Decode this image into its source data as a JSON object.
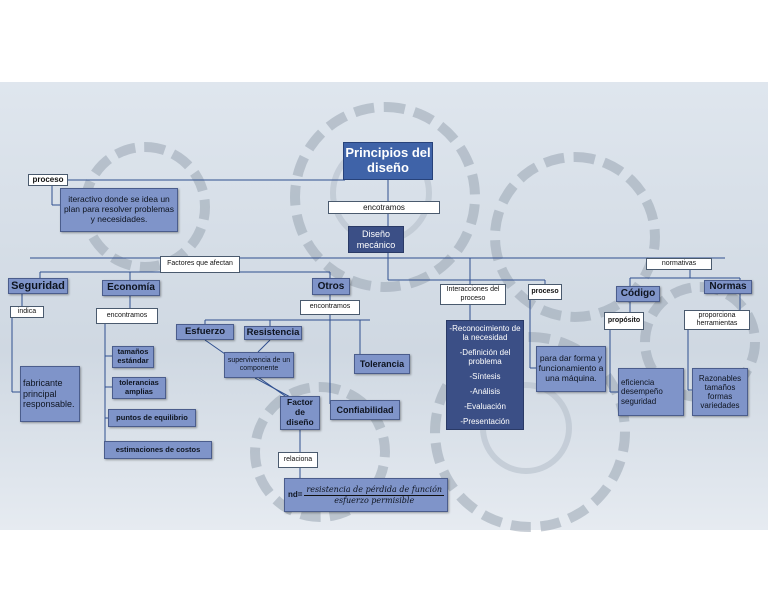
{
  "title": "Principios del diseño",
  "nodes": {
    "proceso_left": "proceso",
    "proceso_desc": "iteractivo  donde se idea un plan para resolver problemas y necesidades.",
    "encotramos_top": "encotramos",
    "diseno_mecanico": "Diseño mecánico",
    "factores": "Factores que afectan",
    "seguridad": "Seguridad",
    "indica": "indica",
    "seguridad_desc": "fabricante principal responsable.",
    "economia": "Economía",
    "encontramos_eco": "encontramos",
    "tamanos_estandar": "tamaños estándar",
    "tolerancias_amplias": "tolerancias amplias",
    "puntos_equilibrio": "puntos de equilibrio",
    "estimaciones_costos": "estimaciones de costos",
    "otros": "Otros",
    "encontramos_otros": "encontramos",
    "esfuerzo": "Esfuerzo",
    "resistencia": "Resistencia",
    "supervivencia": "supervivencia de un componente",
    "tolerancia": "Tolerancia",
    "confiabilidad": "Confiabilidad",
    "factor_diseno": "Factor de diseño",
    "relaciona": "relaciona",
    "formula_prefix": "nd=",
    "formula_num": "resistencia de pérdida de función",
    "formula_den": "esfuerzo permisible",
    "interacciones": "Interacciones del proceso",
    "interacciones_list": [
      "-Reconocimiento de la necesidad",
      "-Definición del problema",
      "-Síntesis",
      "-Análisis",
      "-Evaluación",
      "-Presentación"
    ],
    "proceso_right": "proceso",
    "proceso_right_desc": "para dar forma y funcionamiento a una máquina.",
    "normativas": "normativas",
    "codigo": "Código",
    "proposito": "propósito",
    "codigo_desc": "eficiencia desempeño seguridad",
    "normas": "Normas",
    "proporciona": "proporciona herramientas",
    "normas_desc": "Razonables tamaños formas variedades"
  },
  "colors": {
    "title_bg": "#3f63a8",
    "box_blue": "#7f94c9",
    "line": "#2f4f8f"
  }
}
